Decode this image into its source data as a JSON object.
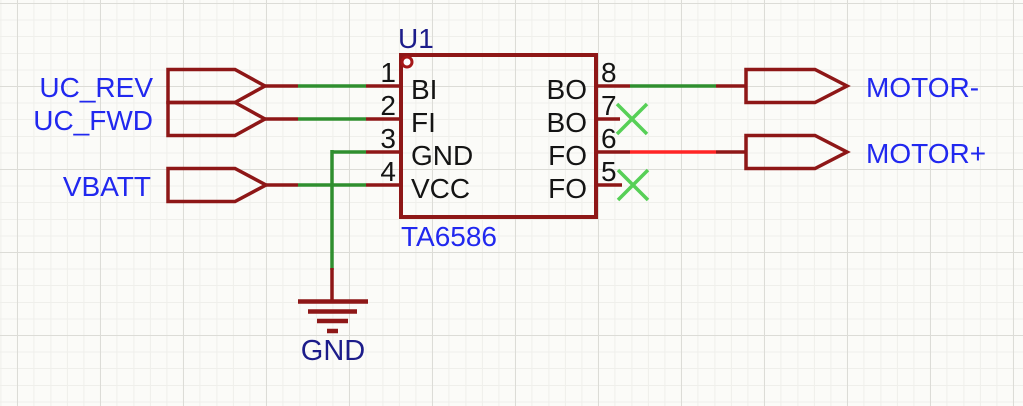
{
  "component": {
    "reference": "U1",
    "part_number": "TA6586",
    "left_pins": [
      {
        "number": "1",
        "name": "BI"
      },
      {
        "number": "2",
        "name": "FI"
      },
      {
        "number": "3",
        "name": "GND"
      },
      {
        "number": "4",
        "name": "VCC"
      }
    ],
    "right_pins": [
      {
        "number": "8",
        "name": "BO"
      },
      {
        "number": "7",
        "name": "BO"
      },
      {
        "number": "6",
        "name": "FO"
      },
      {
        "number": "5",
        "name": "FO"
      }
    ]
  },
  "net_ports": {
    "left": [
      {
        "label": "UC_REV"
      },
      {
        "label": "UC_FWD"
      },
      {
        "label": "VBATT"
      }
    ],
    "right": [
      {
        "label": "MOTOR-"
      },
      {
        "label": "MOTOR+"
      }
    ]
  },
  "power": {
    "ground_label": "GND"
  },
  "connections": [
    {
      "from": "UC_REV",
      "to": "U1 pin 1 (BI)",
      "wire_color": "green"
    },
    {
      "from": "UC_FWD",
      "to": "U1 pin 2 (FI)",
      "wire_color": "green"
    },
    {
      "from": "U1 pin 3 (GND)",
      "to": "GND power symbol",
      "wire_color": "green"
    },
    {
      "from": "VBATT",
      "to": "U1 pin 4 (VCC)",
      "wire_color": "green"
    },
    {
      "from": "U1 pin 8 (BO)",
      "to": "MOTOR-",
      "wire_color": "green"
    },
    {
      "from": "U1 pin 7 (BO)",
      "to": "no-connect",
      "wire_color": "none"
    },
    {
      "from": "U1 pin 6 (FO)",
      "to": "MOTOR+",
      "wire_color": "red"
    },
    {
      "from": "U1 pin 5 (FO)",
      "to": "no-connect",
      "wire_color": "none"
    }
  ],
  "icons": {
    "no_connect": "no-connect-x-icon",
    "ground": "ground-symbol",
    "pin1_marker": "pin1-dot-icon"
  },
  "colors": {
    "symbol_outline": "#8e1717",
    "wire_green": "#2f8f2f",
    "wire_red": "#ff2525",
    "no_connect_green": "#57d057",
    "net_label_blue": "#2128ef",
    "reference_navy": "#1c1c8a",
    "pin_text_black": "#141414",
    "canvas_background": "#fbfbf8"
  }
}
